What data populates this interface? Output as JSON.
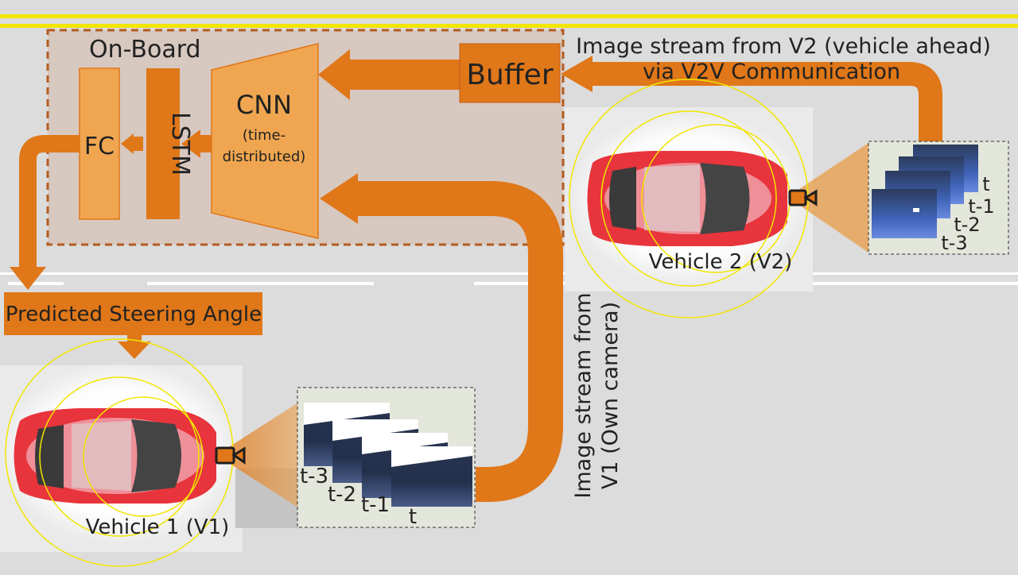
{
  "labels": {
    "onboard": "On-Board",
    "buffer": "Buffer",
    "cnn_title": "CNN",
    "cnn_sub1": "(time-",
    "cnn_sub2": "distributed)",
    "lstm": "LSTM",
    "fc": "FC",
    "v2v_line1": "Image stream from V2 (vehicle ahead)",
    "v2v_line2": "via V2V Communication",
    "own_line1": "Image stream from",
    "own_line2": "V1 (Own camera)",
    "predicted": "Predicted Steering Angle",
    "vehicle1": "Vehicle 1 (V1)",
    "vehicle2": "Vehicle 2 (V2)"
  },
  "frames_v1": [
    "t-3",
    "t-2",
    "t-1",
    "t"
  ],
  "frames_v2": [
    "t",
    "t-1",
    "t-2",
    "t-3"
  ],
  "icons": [
    "camera-icon",
    "steering-wheel-icon"
  ],
  "colors": {
    "arrow": "#e07718",
    "box_light": "#f0a650",
    "lane_yellow": "#f2e600",
    "road": "#dcdcdc",
    "car_red": "#e8343c"
  }
}
